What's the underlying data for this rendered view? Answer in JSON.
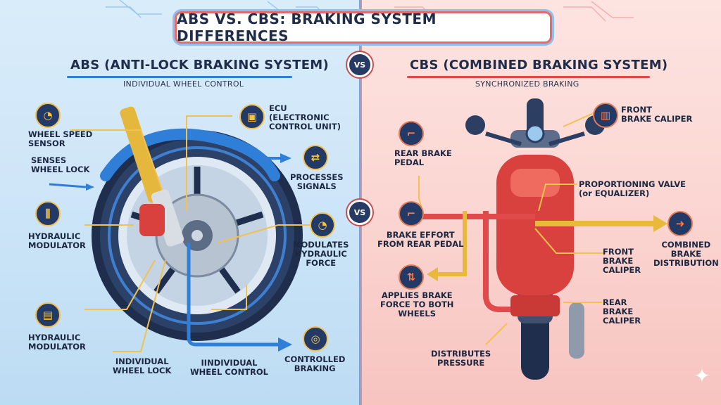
{
  "title": "ABS VS. CBS: BRAKING SYSTEM DIFFERENCES",
  "vs_label": "VS",
  "abs": {
    "heading": "ABS (ANTI-LOCK BRAKING SYSTEM)",
    "subheading": "INDIVIDUAL WHEEL CONTROL",
    "labels": {
      "wheel_speed_sensor": "WHEEL SPEED\nSENSOR",
      "senses_wheel_lock": "SENSES\nWHEEL LOCK",
      "hydraulic_modulator_top": "HYDRAULIC\nMODULATOR",
      "hydraulic_modulator_bottom": "HYDRAULIC\nMODULATOR",
      "ecu": "ECU\n(ELECTRONIC\nCONTROL UNIT)",
      "processes_signals": "PROCESSES\nSIGNALS",
      "modulates_force": "MODULATES\nHYDRAULIC\nFORCE",
      "individual_wheel_lock": "INDIVIDUAL\nWHEEL LOCK",
      "individual_wheel_control": "IINDIVIDUAL\nWHEEL CONTROL",
      "controlled_braking": "CONTROLLED\nBRAKING"
    }
  },
  "cbs": {
    "heading": "CBS (COMBINED BRAKING SYSTEM)",
    "subheading": "SYNCHRONIZED BRAKING",
    "labels": {
      "front_brake_caliper_top": "FRONT\nBRAKE CALIPER",
      "rear_brake_pedal": "REAR BRAKE\nPEDAL",
      "proportioning_valve": "PROPORTIONING VALVE\n(or EQUALIZER)",
      "brake_effort": "BRAKE EFFORT\nFROM REAR PEDAL",
      "front_brake_caliper_mid": "FRONT\nBRAKE\nCALIPER",
      "combined_distribution": "COMBINED\nBRAKE\nDISTRIBUTION",
      "applies_brake_force": "APPLIES BRAKE\nFORCE TO BOTH\nWHEELS",
      "rear_brake_caliper": "REAR\nBRAKE\nCALIPER",
      "distributes_pressure": "DISTRIBUTES\nPRESSURE"
    }
  },
  "colors": {
    "abs_accent": "#2f7fd8",
    "cbs_accent": "#e04a4a",
    "icon_bg": "#233a66",
    "wire": "#f2c14e"
  },
  "icons": [
    "gauge-icon",
    "chip-icon",
    "flow-icon",
    "modulator-icon",
    "target-icon",
    "pedal-icon",
    "caliper-icon",
    "arrow-icon",
    "updown-icon"
  ]
}
